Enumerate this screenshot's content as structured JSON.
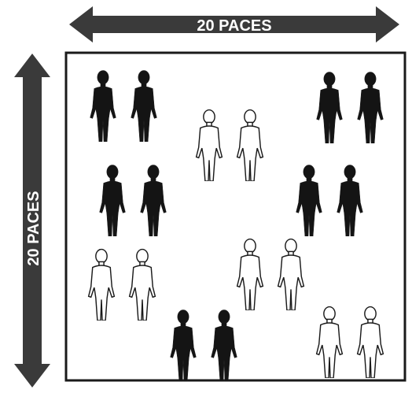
{
  "dimensions": {
    "horizontal_label": "20 PACES",
    "vertical_label": "20 PACES"
  },
  "colors": {
    "arrow": "#3a3a3a",
    "border": "#1a1a1a",
    "dark_figure": "#141414",
    "light_figure": "#ffffff",
    "outline": "#1a1a1a"
  },
  "figure_pairs": [
    {
      "fill": "dark"
    },
    {
      "fill": "light"
    },
    {
      "fill": "dark"
    },
    {
      "fill": "dark"
    },
    {
      "fill": "dark"
    },
    {
      "fill": "light"
    },
    {
      "fill": "light"
    },
    {
      "fill": "dark"
    },
    {
      "fill": "light"
    }
  ]
}
